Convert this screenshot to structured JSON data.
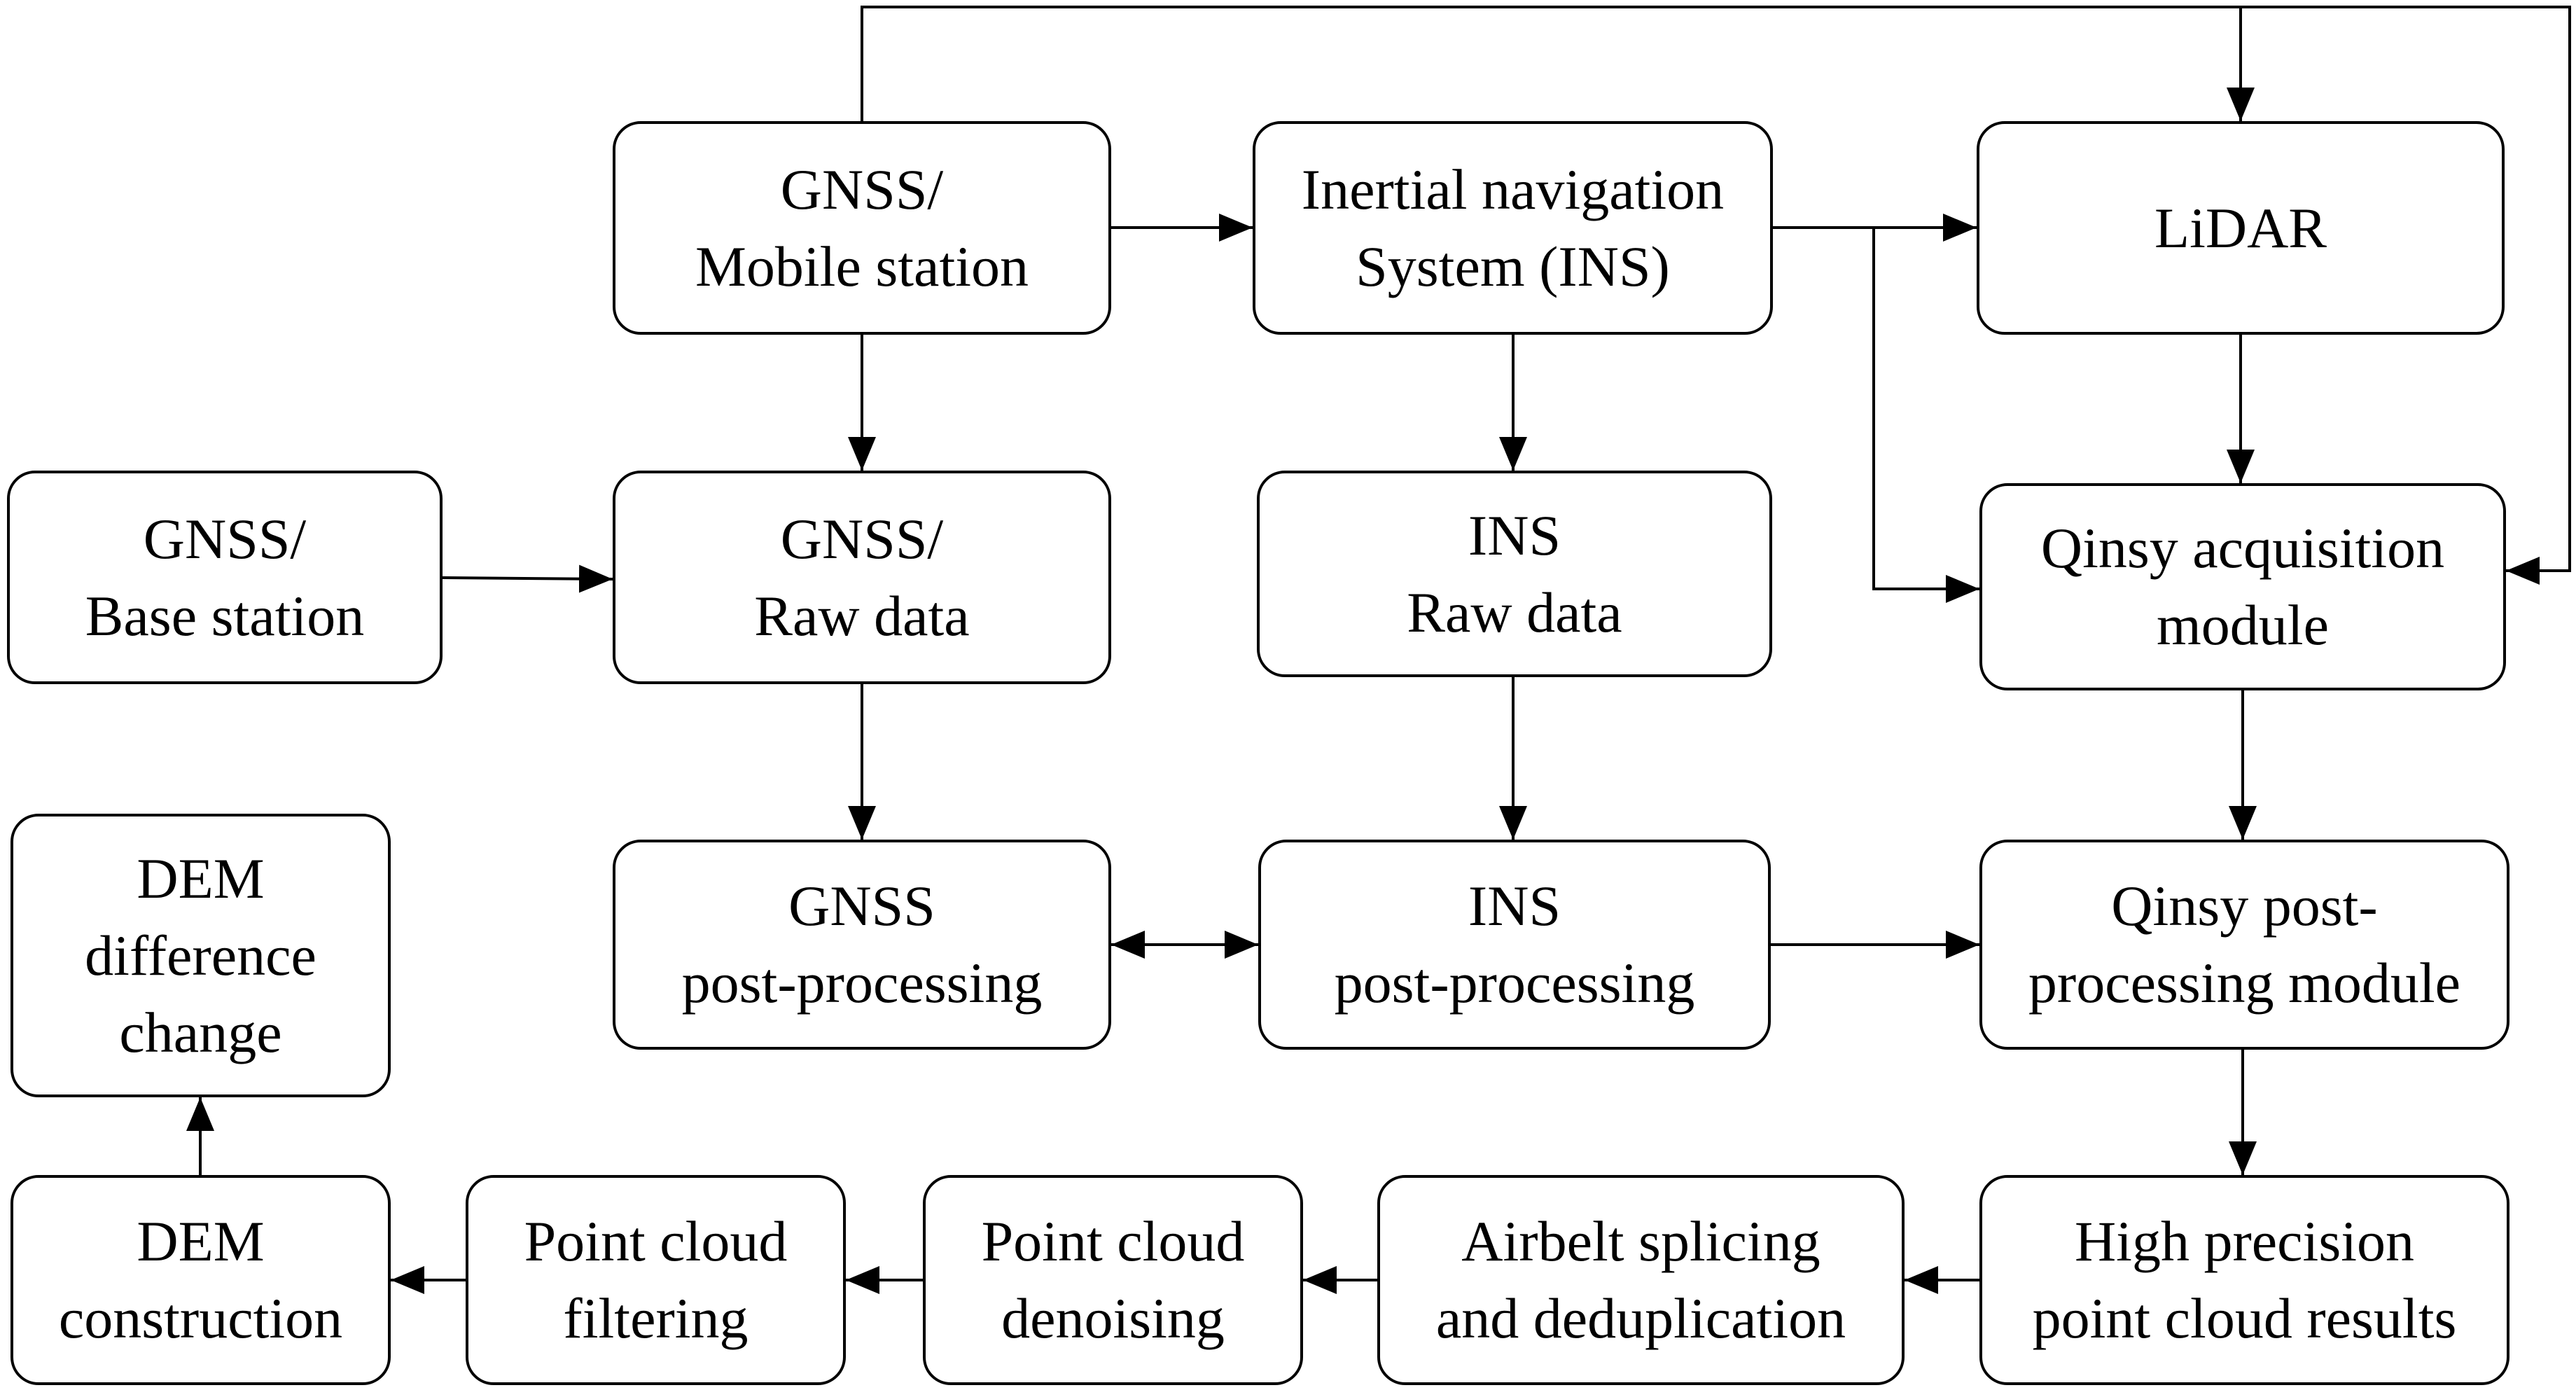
{
  "diagram": {
    "nodes": [
      {
        "id": "gnss_mobile",
        "lines": [
          "GNSS/",
          "Mobile station"
        ]
      },
      {
        "id": "ins",
        "lines": [
          "Inertial navigation",
          "System (INS)"
        ]
      },
      {
        "id": "lidar",
        "lines": [
          "LiDAR"
        ]
      },
      {
        "id": "gnss_base",
        "lines": [
          "GNSS/",
          "Base station"
        ]
      },
      {
        "id": "gnss_raw",
        "lines": [
          "GNSS/",
          "Raw data"
        ]
      },
      {
        "id": "ins_raw",
        "lines": [
          "INS",
          "Raw data"
        ]
      },
      {
        "id": "qinsy_acq",
        "lines": [
          "Qinsy acquisition",
          "module"
        ]
      },
      {
        "id": "dem_diff",
        "lines": [
          "DEM",
          "difference",
          "change"
        ]
      },
      {
        "id": "gnss_post",
        "lines": [
          "GNSS",
          "post-processing"
        ]
      },
      {
        "id": "ins_post",
        "lines": [
          "INS",
          "post-processing"
        ]
      },
      {
        "id": "qinsy_post",
        "lines": [
          "Qinsy post-",
          "processing module"
        ]
      },
      {
        "id": "dem_con",
        "lines": [
          "DEM",
          "construction"
        ]
      },
      {
        "id": "pc_filter",
        "lines": [
          "Point cloud",
          "filtering"
        ]
      },
      {
        "id": "pc_denoise",
        "lines": [
          "Point cloud",
          "denoising"
        ]
      },
      {
        "id": "airbelt",
        "lines": [
          "Airbelt splicing",
          "and deduplication"
        ]
      },
      {
        "id": "hp_results",
        "lines": [
          "High precision",
          "point cloud results"
        ]
      }
    ],
    "edges": [
      {
        "from": "gnss_mobile",
        "to": "ins",
        "bidirectional": false
      },
      {
        "from": "ins",
        "to": "lidar",
        "bidirectional": false
      },
      {
        "from": "ins",
        "to": "qinsy_acq",
        "bidirectional": false
      },
      {
        "from": "gnss_mobile",
        "to": "lidar",
        "bidirectional": false
      },
      {
        "from": "gnss_mobile",
        "to": "qinsy_acq",
        "bidirectional": false
      },
      {
        "from": "gnss_mobile",
        "to": "gnss_raw",
        "bidirectional": false
      },
      {
        "from": "ins",
        "to": "ins_raw",
        "bidirectional": false
      },
      {
        "from": "lidar",
        "to": "qinsy_acq",
        "bidirectional": false
      },
      {
        "from": "gnss_base",
        "to": "gnss_raw",
        "bidirectional": false
      },
      {
        "from": "gnss_raw",
        "to": "gnss_post",
        "bidirectional": false
      },
      {
        "from": "ins_raw",
        "to": "ins_post",
        "bidirectional": false
      },
      {
        "from": "qinsy_acq",
        "to": "qinsy_post",
        "bidirectional": false
      },
      {
        "from": "gnss_post",
        "to": "ins_post",
        "bidirectional": true
      },
      {
        "from": "ins_post",
        "to": "qinsy_post",
        "bidirectional": false
      },
      {
        "from": "qinsy_post",
        "to": "hp_results",
        "bidirectional": false
      },
      {
        "from": "hp_results",
        "to": "airbelt",
        "bidirectional": false
      },
      {
        "from": "airbelt",
        "to": "pc_denoise",
        "bidirectional": false
      },
      {
        "from": "pc_denoise",
        "to": "pc_filter",
        "bidirectional": false
      },
      {
        "from": "pc_filter",
        "to": "dem_con",
        "bidirectional": false
      },
      {
        "from": "dem_con",
        "to": "dem_diff",
        "bidirectional": false
      }
    ]
  }
}
